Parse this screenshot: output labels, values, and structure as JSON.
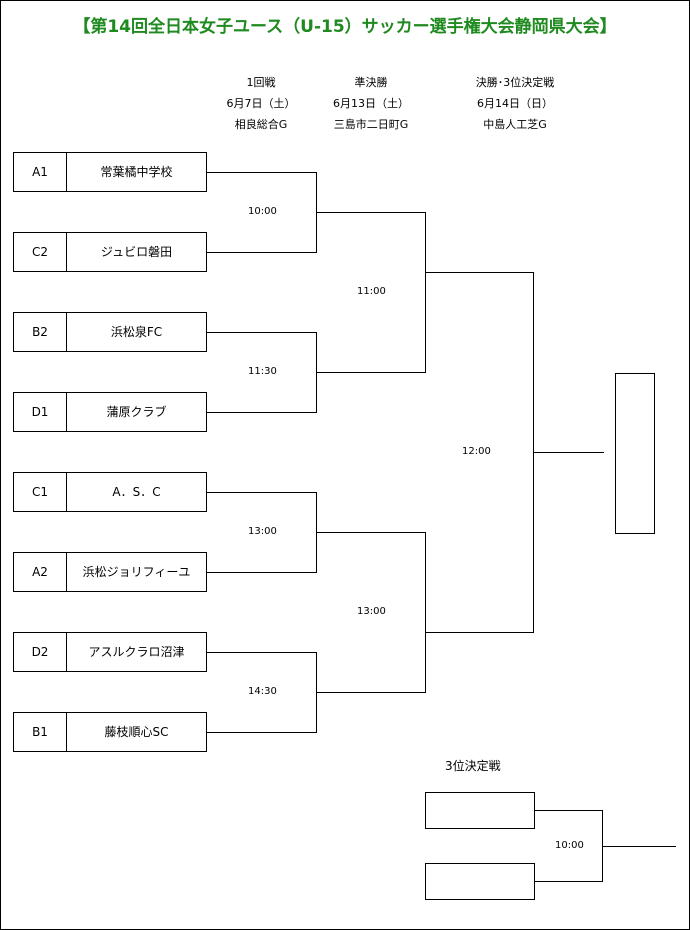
{
  "title": "【第14回全日本女子ユース（U-15）サッカー選手権大会静岡県大会】",
  "rounds": [
    {
      "name": "1回戦",
      "date": "6月7日（土）",
      "venue": "相良総合G"
    },
    {
      "name": "準決勝",
      "date": "6月13日（土）",
      "venue": "三島市二日町G"
    },
    {
      "name": "決勝･3位決定戦",
      "date": "6月14日（日）",
      "venue": "中島人工芝G"
    }
  ],
  "teams": [
    {
      "seed": "A1",
      "name": "常葉橘中学校"
    },
    {
      "seed": "C2",
      "name": "ジュビロ磐田"
    },
    {
      "seed": "B2",
      "name": "浜松泉FC"
    },
    {
      "seed": "D1",
      "name": "蒲原クラブ"
    },
    {
      "seed": "C1",
      "name": "A．S．C"
    },
    {
      "seed": "A2",
      "name": "浜松ジョリフィーユ"
    },
    {
      "seed": "D2",
      "name": "アスルクラロ沼津"
    },
    {
      "seed": "B1",
      "name": "藤枝順心SC"
    }
  ],
  "times": {
    "r1": [
      "10:00",
      "11:30",
      "13:00",
      "14:30"
    ],
    "sf": [
      "11:00",
      "13:00"
    ],
    "final": "12:00",
    "third": "10:00"
  },
  "third_place_label": "3位決定戦"
}
